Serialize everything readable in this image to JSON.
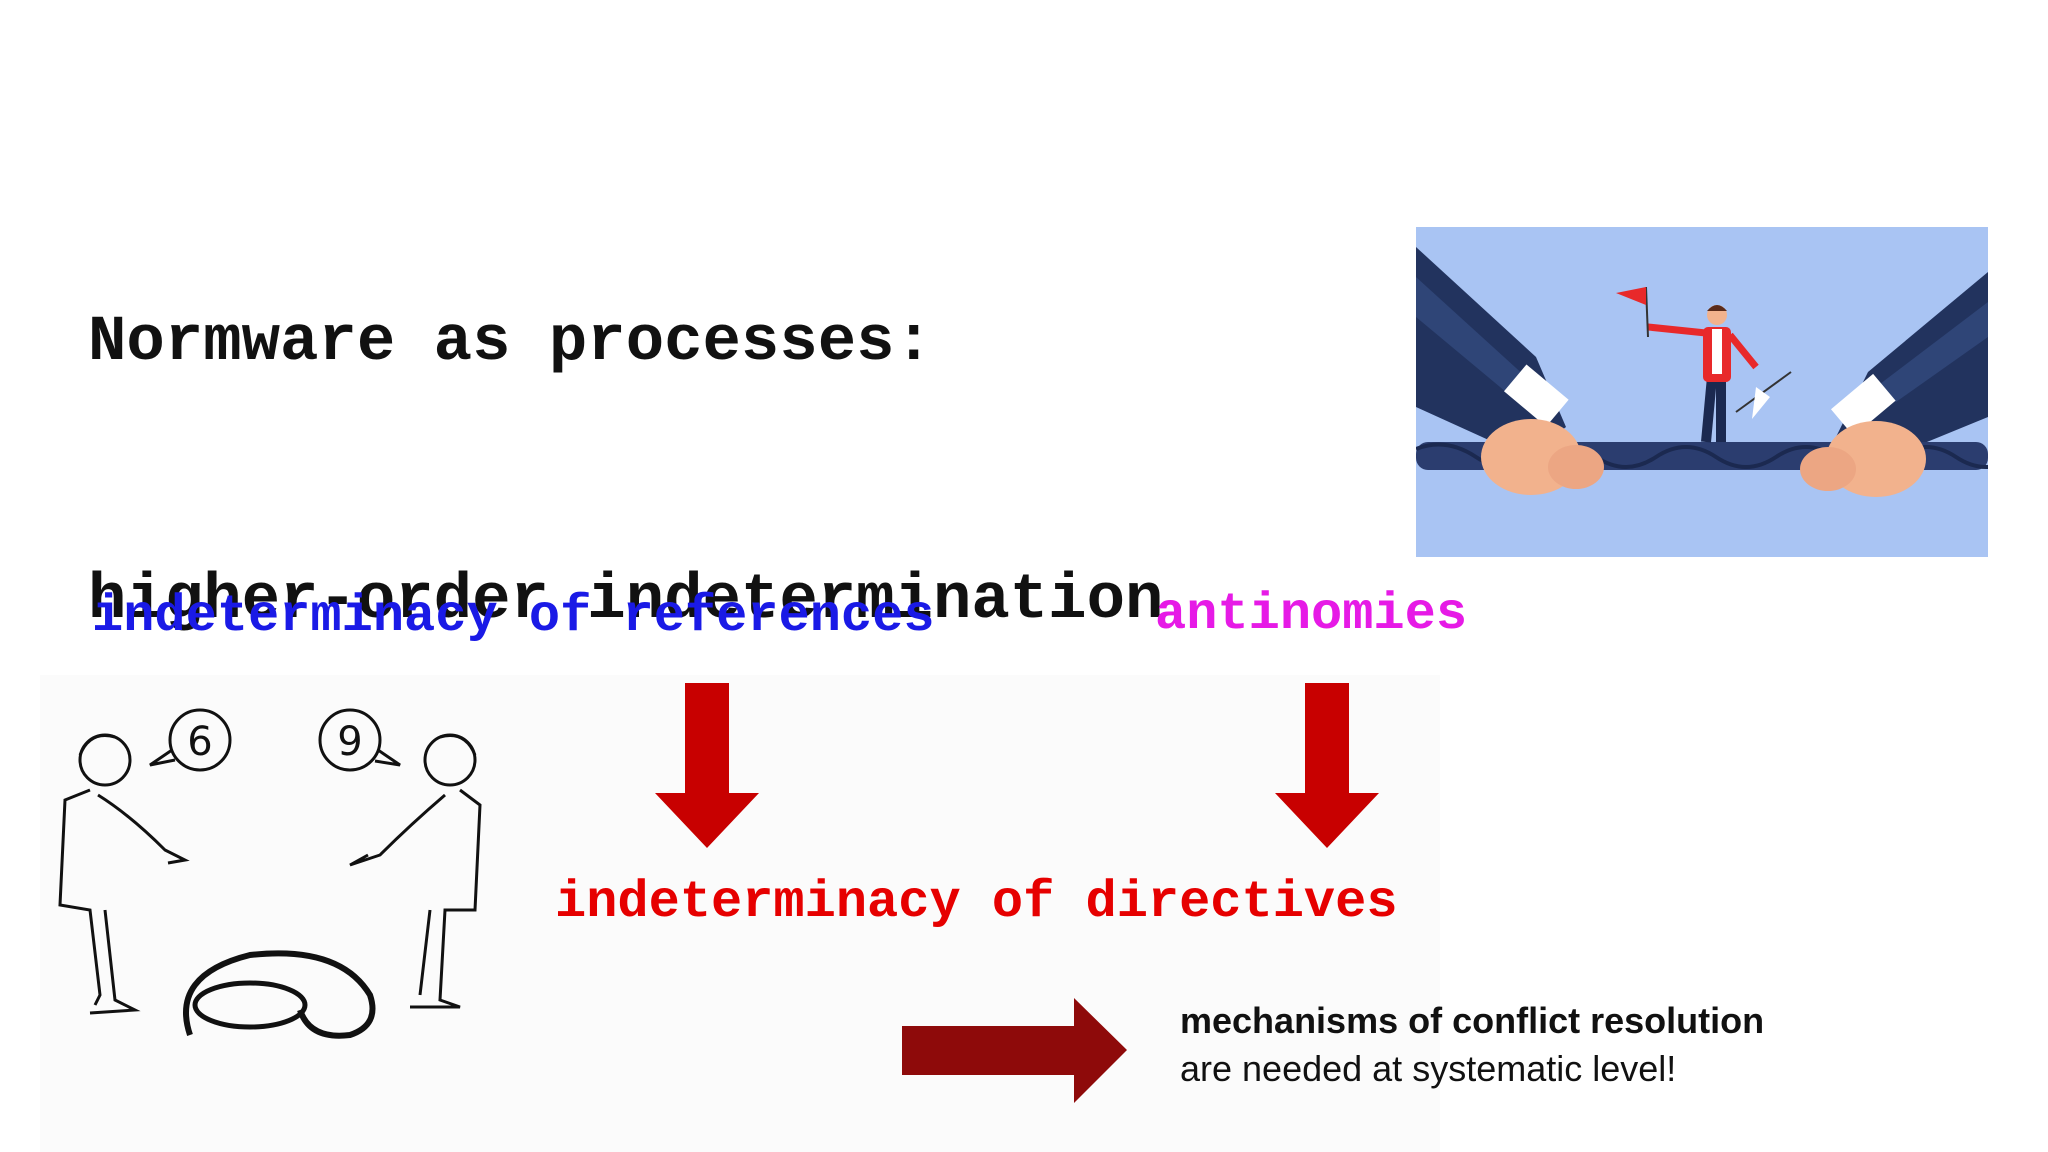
{
  "slide": {
    "title_lines": [
      "Normware as processes:",
      "higher-order indetermination"
    ],
    "labels": {
      "references": "indeterminacy of references",
      "antinomies": "antinomies",
      "directives": "indeterminacy of directives"
    },
    "conclusion": {
      "line1": "mechanisms of conflict resolution",
      "line2": "are needed at systematic level!"
    },
    "cartoon": {
      "bubble_left": "6",
      "bubble_right": "9",
      "floor_digit": "6"
    },
    "colors": {
      "title": "#111111",
      "references": "#1a1ae6",
      "antinomies": "#e61ae6",
      "directives": "#e60000",
      "down_arrows": "#c80000",
      "right_arrow": "#8e0a0a",
      "photo_sky": "#a9c4f3",
      "suit": "#22335e",
      "figure_jacket": "#e8292a"
    },
    "icons": [
      "down-arrow-icon",
      "right-arrow-icon",
      "tug-of-war-illustration",
      "six-or-nine-cartoon"
    ]
  }
}
